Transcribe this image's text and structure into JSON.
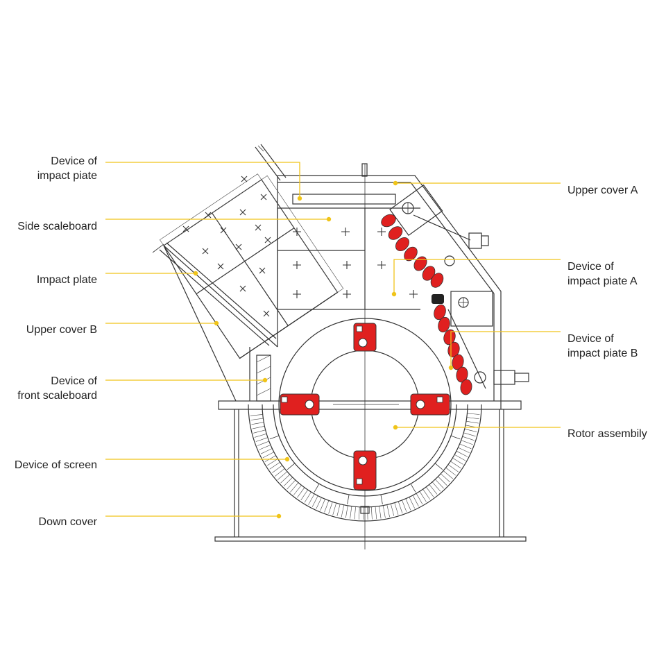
{
  "colors": {
    "accent_red": "#e0201f",
    "leader_yellow": "#f0c419",
    "line": "#333333",
    "text": "#222222"
  },
  "labels_left": [
    {
      "id": "device-of-impact-plate",
      "lines": [
        "Device of",
        "impact piate"
      ]
    },
    {
      "id": "side-scaleboard",
      "lines": [
        "Side scaleboard"
      ]
    },
    {
      "id": "impact-plate",
      "lines": [
        "Impact plate"
      ]
    },
    {
      "id": "upper-cover-b",
      "lines": [
        "Upper cover B"
      ]
    },
    {
      "id": "device-of-front-scaleboard",
      "lines": [
        "Device of",
        "front scaleboard"
      ]
    },
    {
      "id": "device-of-screen",
      "lines": [
        "Device of screen"
      ]
    },
    {
      "id": "down-cover",
      "lines": [
        "Down cover"
      ]
    }
  ],
  "labels_right": [
    {
      "id": "upper-cover-a",
      "lines": [
        "Upper cover A"
      ]
    },
    {
      "id": "device-of-impact-plate-a",
      "lines": [
        "Device of",
        "impact piate A"
      ]
    },
    {
      "id": "device-of-impact-plate-b",
      "lines": [
        "Device of",
        "impact piate B"
      ]
    },
    {
      "id": "rotor-assembly",
      "lines": [
        "Rotor assembily"
      ]
    }
  ]
}
